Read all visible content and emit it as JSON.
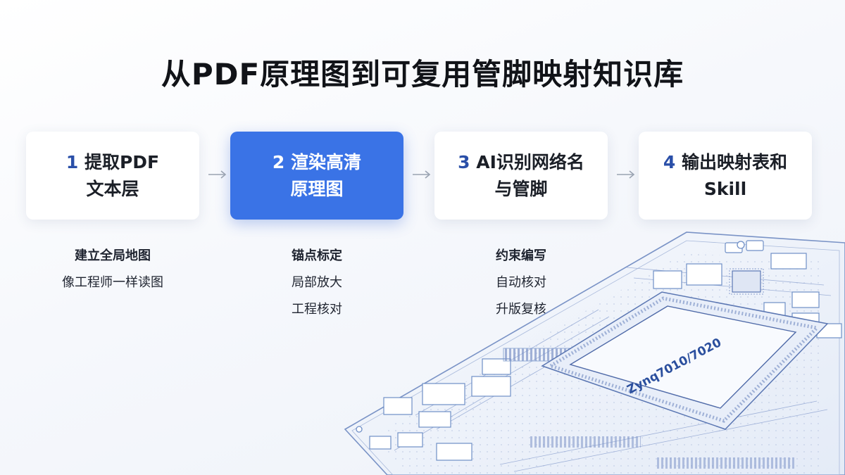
{
  "title": "从PDF原理图到可复用管脚映射知识库",
  "steps": [
    {
      "num": "1",
      "label": "提取PDF\n文本层",
      "active": false
    },
    {
      "num": "2",
      "label": "渲染高清\n原理图",
      "active": true
    },
    {
      "num": "3",
      "label": "AI识别网络名\n与管脚",
      "active": false
    },
    {
      "num": "4",
      "label": "输出映射表和\nSkill",
      "active": false
    }
  ],
  "notes": [
    {
      "head": "建立全局地图",
      "lines": [
        "像工程师一样读图"
      ]
    },
    {
      "head": "锚点标定",
      "lines": [
        "局部放大",
        "工程核对"
      ]
    },
    {
      "head": "约束编写",
      "lines": [
        "自动核对",
        "升版复核"
      ]
    }
  ],
  "chip_label": "Zynq7010/7020",
  "colors": {
    "accent": "#3a73e6",
    "step_number": "#2a4fa8",
    "board_line": "#6f8fc6"
  },
  "icons": {
    "arrow": "arrow-right-icon",
    "board": "circuit-board-illustration"
  }
}
